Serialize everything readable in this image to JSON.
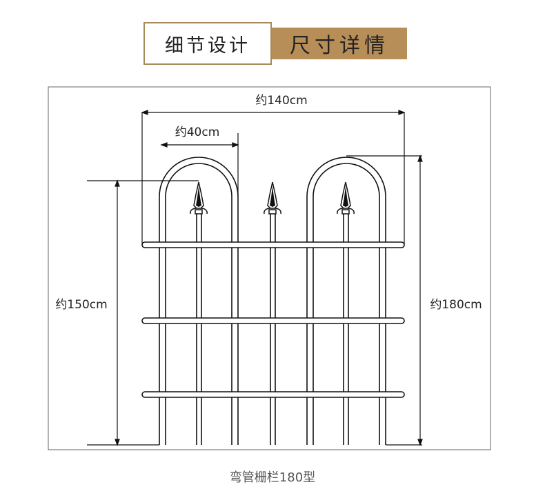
{
  "header": {
    "left_label": "细节设计",
    "right_label": "尺寸详情"
  },
  "diagram": {
    "width_label": "约140cm",
    "spacing_label": "约40cm",
    "height_left_label": "约150cm",
    "height_right_label": "约180cm"
  },
  "caption": "弯管栅栏180型"
}
